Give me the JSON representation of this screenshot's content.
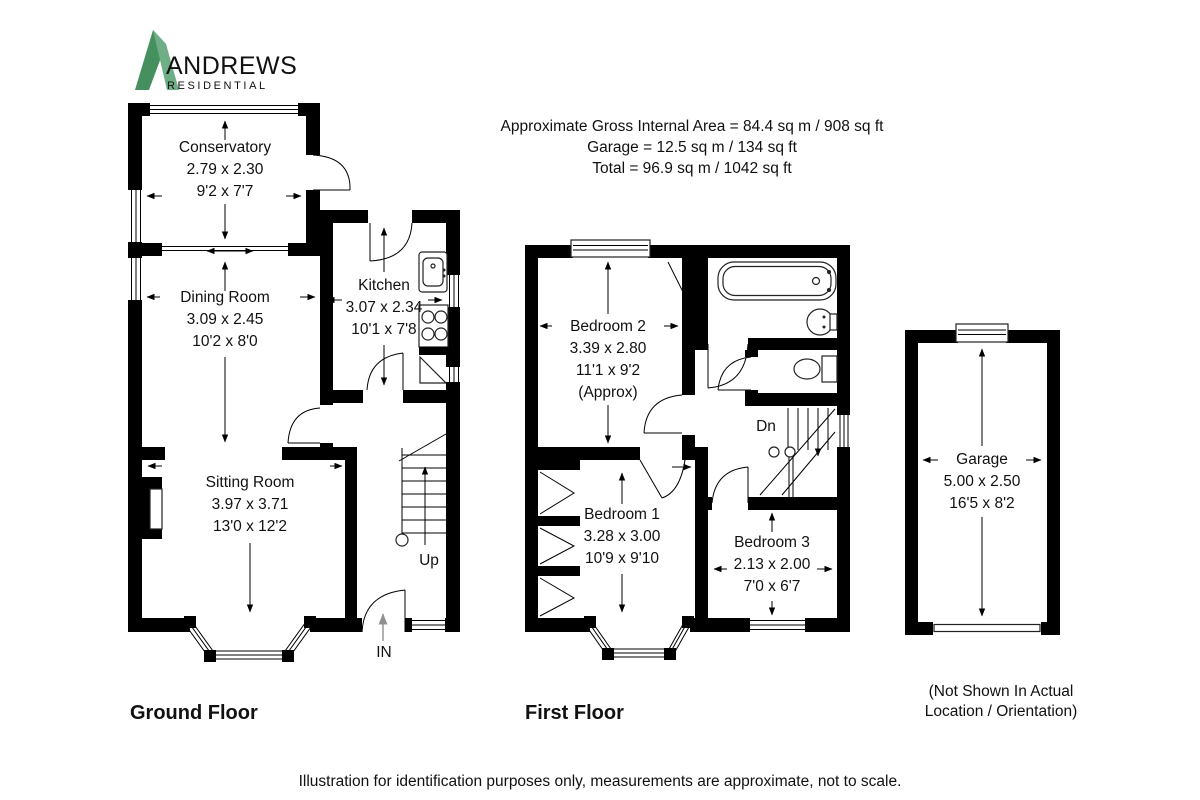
{
  "brand": {
    "name": "ANDREWS",
    "tagline": "RESIDENTIAL"
  },
  "area_summary": {
    "line1": "Approximate Gross Internal Area = 84.4 sq m / 908 sq ft",
    "line2": "Garage = 12.5 sq m / 134 sq ft",
    "line3": "Total = 96.9 sq m / 1042 sq ft"
  },
  "rooms": {
    "conservatory": {
      "name": "Conservatory",
      "metric": "2.79 x 2.30",
      "imperial": "9'2 x 7'7"
    },
    "dining_room": {
      "name": "Dining Room",
      "metric": "3.09 x 2.45",
      "imperial": "10'2 x 8'0"
    },
    "kitchen": {
      "name": "Kitchen",
      "metric": "3.07 x 2.34",
      "imperial": "10'1 x 7'8"
    },
    "sitting_room": {
      "name": "Sitting Room",
      "metric": "3.97 x 3.71",
      "imperial": "13'0 x 12'2"
    },
    "bedroom2": {
      "name": "Bedroom 2",
      "metric": "3.39 x 2.80",
      "imperial": "11'1 x 9'2",
      "note": "(Approx)"
    },
    "bedroom1": {
      "name": "Bedroom 1",
      "metric": "3.28 x 3.00",
      "imperial": "10'9 x 9'10"
    },
    "bedroom3": {
      "name": "Bedroom 3",
      "metric": "2.13 x 2.00",
      "imperial": "7'0 x 6'7"
    },
    "garage": {
      "name": "Garage",
      "metric": "5.00 x 2.50",
      "imperial": "16'5 x 8'2"
    }
  },
  "stairs": {
    "up": "Up",
    "down": "Dn",
    "entrance": "IN"
  },
  "floor_labels": {
    "ground": "Ground Floor",
    "first": "First Floor"
  },
  "garage_note": {
    "line1": "(Not Shown In Actual",
    "line2": "Location / Orientation)"
  },
  "disclaimer": "Illustration for identification purposes only, measurements are approximate, not to scale.",
  "colors": {
    "brand_green": "#4e9b6a",
    "brand_green_dark": "#46905f",
    "brand_green_light": "#6fae87",
    "brand_gray": "#c3c8cc",
    "wall": "#000000"
  }
}
